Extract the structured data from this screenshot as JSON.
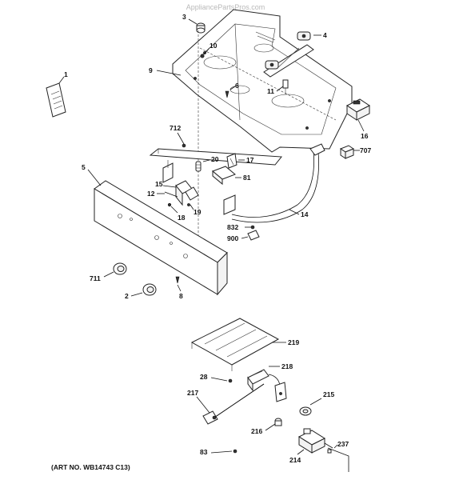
{
  "watermark": "AppliancePartsPros.com",
  "art_number": "(ART NO. WB14743 C13)",
  "labels": {
    "p1": "1",
    "p2": "2",
    "p3": "3",
    "p4": "4",
    "p5": "5",
    "p6": "6",
    "p8": "8",
    "p9": "9",
    "p10": "10",
    "p11": "11",
    "p12": "12",
    "p14": "14",
    "p15": "15",
    "p16": "16",
    "p17": "17",
    "p18": "18",
    "p19": "19",
    "p20": "20",
    "p28": "28",
    "p81": "81",
    "p83": "83",
    "p214": "214",
    "p215": "215",
    "p216": "216",
    "p217": "217",
    "p218": "218",
    "p219": "219",
    "p237": "237",
    "p707": "707",
    "p711": "711",
    "p712": "712",
    "p832": "832",
    "p900": "900"
  }
}
